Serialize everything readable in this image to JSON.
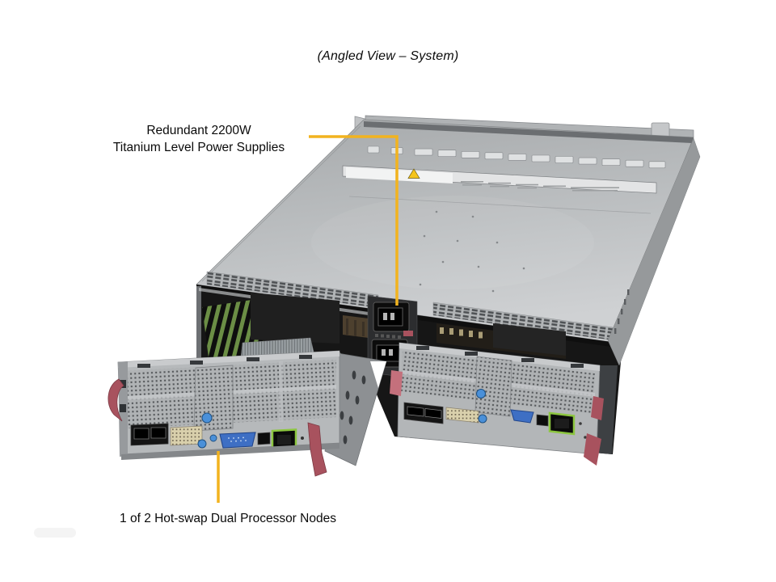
{
  "title": "(Angled View – System)",
  "callouts": {
    "psu": {
      "line1": "Redundant 2200W",
      "line2": "Titanium Level Power Supplies"
    },
    "node": {
      "label": "1 of 2 Hot-swap Dual Processor Nodes"
    }
  },
  "colors": {
    "callout_yellow": "#F2B31F",
    "warning_yellow": "#F5C41C",
    "vga_blue": "#3E6FC4",
    "lan_green": "#8CC63F",
    "latch_red": "#A8525E",
    "latch_red_light": "#C4707C",
    "thumbscrew_blue": "#4A90D9",
    "dimm_green": "#6F9447"
  },
  "figure": {
    "alt": "Angled rear view of a 2U dual-node server system"
  }
}
